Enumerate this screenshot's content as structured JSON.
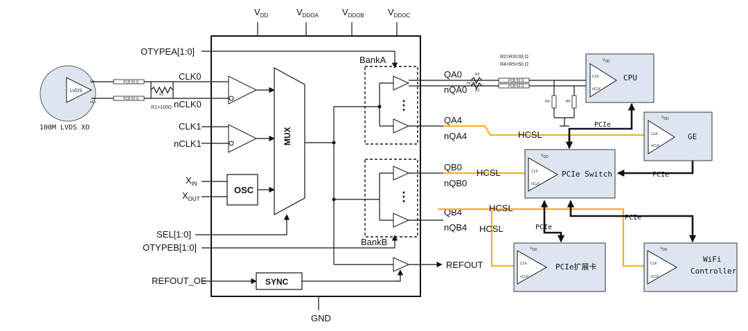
{
  "supplies": {
    "vdd": "V",
    "vdd_sub": "DD",
    "vddoa": "V",
    "vddoa_sub": "DDOA",
    "vddob": "V",
    "vddob_sub": "DDOB",
    "vddoc": "V",
    "vddoc_sub": "DDOC"
  },
  "inputs": {
    "otypea": "OTYPEA[1:0]",
    "clk0": "CLK0",
    "nclk0": "nCLK0",
    "clk1": "CLK1",
    "nclk1": "nCLK1",
    "xin": "X",
    "xin_sub": "IN",
    "xout": "X",
    "xout_sub": "OUT",
    "sel": "SEL[1:0]",
    "otypeb": "OTYPEB[1:0]",
    "refout_oe": "REFOUT_OE"
  },
  "oscillator": {
    "chip_label": "LVDS",
    "q_pin": "Q+",
    "nq_pin": "nQ+",
    "caption": "100M LVDS XO",
    "r1_label": "R1=100Ω",
    "r1_small": "R1",
    "pcb_trace": "PCB 50 Ω"
  },
  "blocks": {
    "mux": "MUX",
    "osc": "OSC",
    "sync": "SYNC",
    "bank_a": "BankA",
    "bank_b": "BankB",
    "dots": "⋮",
    "gnd": "GND"
  },
  "outputs": {
    "qa0": "QA0",
    "nqa0": "nQA0",
    "qa4": "QA4",
    "nqa4": "nQA4",
    "qb0": "QB0",
    "nqb0": "nQB0",
    "qb4": "QB4",
    "nqb4": "nQB4",
    "refout": "REFOUT"
  },
  "termination": {
    "r2_r3": "R2=R3=33 Ω",
    "r4_r5": "R4=R5=50 Ω",
    "r2_small": "R2",
    "r3_small": "R3",
    "r4_small": "R4",
    "r5_small": "R5",
    "hcsl": "HCSL"
  },
  "links": {
    "hcsl": "HCSL",
    "pcie": "PCIe"
  },
  "devices": {
    "cpu": "CPU",
    "ge": "GE",
    "pcie_switch": "PCIe Switch",
    "pcie_card": "PCIe扩展卡",
    "wifi_line1": "WiFi",
    "wifi_line2": "Controller",
    "pin_clk": "CLK",
    "pin_nclk": "nCLK",
    "pin_vdd": "V",
    "pin_vdd_sub": "DD"
  },
  "colors": {
    "hcsl_trace": "#f5b21c",
    "device_fill": "#dde6f0",
    "wire": "#111111"
  }
}
